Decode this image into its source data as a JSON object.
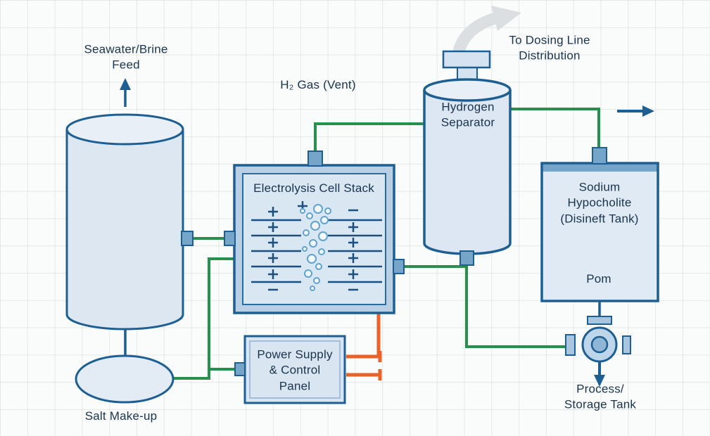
{
  "diagram": {
    "labels": {
      "seawater_feed": "Seawater/Brine\nFeed",
      "h2_gas_vent": "H₂ Gas (Vent)",
      "electrolysis_stack": "Electrolysis Cell Stack",
      "hydrogen_separator": "Hydrogen\nSeparator",
      "dosing_line": "To Dosing Line\nDistribution",
      "sodium_tank": "Sodium\nHypocholite\n(Disineft Tank)",
      "sodium_tank_pump": "Pom",
      "power_supply": "Power Supply\n& Control\nPanel",
      "salt_makeup": "Salt Make-up",
      "process_storage": "Process/\nStorage Tank"
    },
    "colors": {
      "pipe_green": "#28904e",
      "wire_orange": "#e8622a",
      "outline_blue": "#1d5f93",
      "vessel_fill": "#dce7f2",
      "connector_tab": "#76a5ca",
      "vent_arrow_gray": "#dbdfe2",
      "text_navy": "#18334e",
      "grid_line": "#e4e9e6",
      "background": "#fafcfb"
    }
  }
}
